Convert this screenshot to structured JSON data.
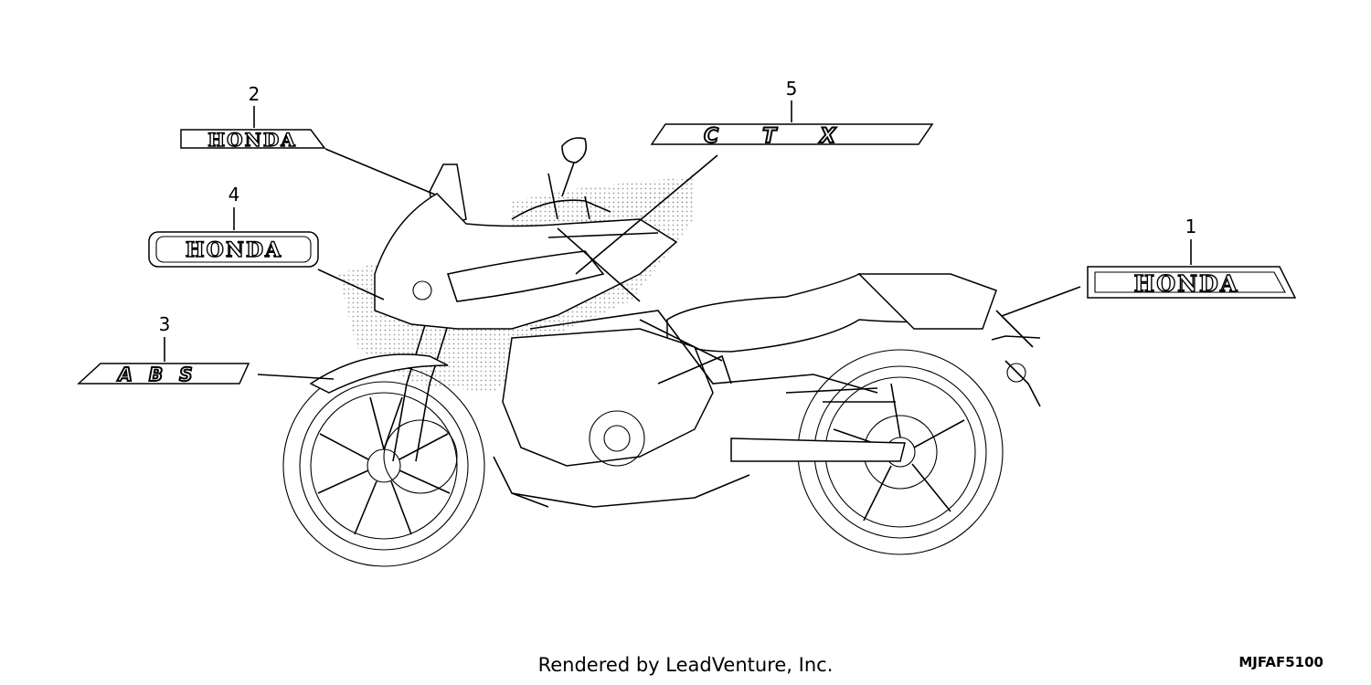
{
  "callouts": [
    {
      "number": "1",
      "emblem": "HONDA"
    },
    {
      "number": "2",
      "emblem": "HONDA"
    },
    {
      "number": "3",
      "emblem": "ABS"
    },
    {
      "number": "4",
      "emblem": "HONDA"
    },
    {
      "number": "5",
      "emblem": "CTX"
    }
  ],
  "footer": {
    "credit": "Rendered by LeadVenture, Inc.",
    "diagram_code": "MJFAF5100"
  },
  "colors": {
    "line": "#000000",
    "background": "#ffffff",
    "stipple": "#9a9a9a"
  }
}
